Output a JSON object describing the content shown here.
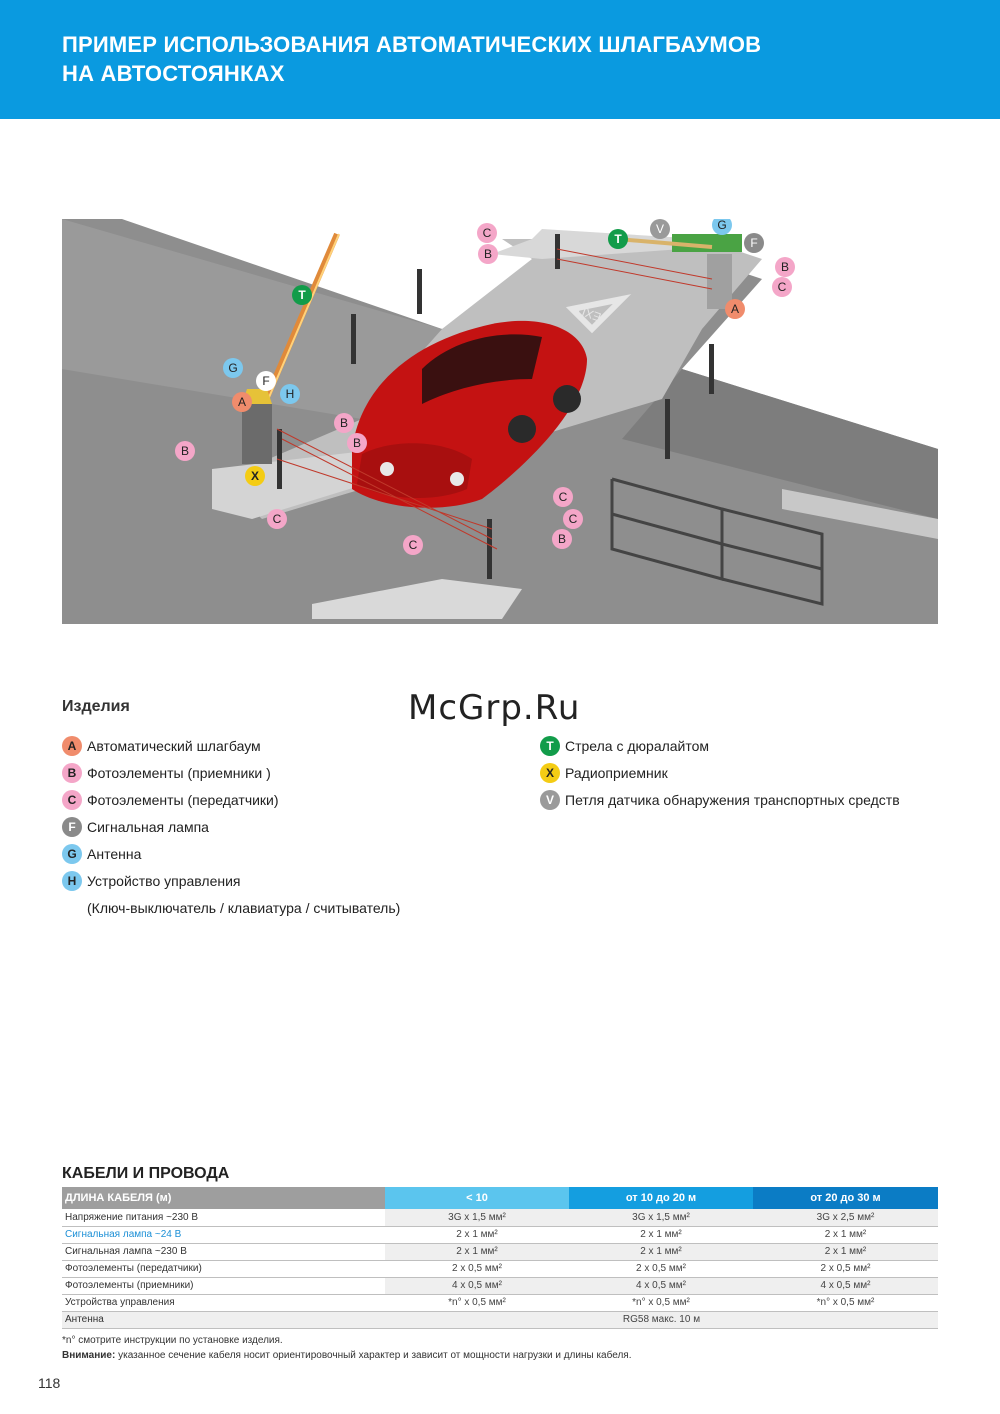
{
  "header": {
    "title_line1": "ПРИМЕР ИСПОЛЬЗОВАНИЯ АВТОМАТИЧЕСКИХ ШЛАГБАУМОВ",
    "title_line2": "НА АВТОСТОЯНКАХ"
  },
  "figure": {
    "road_text": "EXIT",
    "labels": {
      "A": "A",
      "B": "B",
      "C": "C",
      "F": "F",
      "G": "G",
      "H": "H",
      "T": "T",
      "V": "V",
      "X": "X"
    },
    "colors": {
      "A": "#f08c6c",
      "B": "#f4a6c8",
      "C": "#f4a6c8",
      "F": "#8a8a8a",
      "G": "#7cc8ee",
      "H": "#7cc8ee",
      "T": "#129c4a",
      "V": "#9a9a9a",
      "X": "#f4cc14"
    }
  },
  "products": {
    "heading": "Изделия",
    "left": [
      {
        "badge": "A",
        "label": "Автоматический шлагбаум",
        "color": "#f08c6c",
        "text_color": "#222"
      },
      {
        "badge": "B",
        "label": "Фотоэлементы (приемники )",
        "color": "#f4a6c8",
        "text_color": "#222"
      },
      {
        "badge": "C",
        "label": "Фотоэлементы (передатчики)",
        "color": "#f4a6c8",
        "text_color": "#222"
      },
      {
        "badge": "F",
        "label": "Сигнальная лампа",
        "color": "#8a8a8a",
        "text_color": "#fff"
      },
      {
        "badge": "G",
        "label": "Антенна",
        "color": "#7cc8ee",
        "text_color": "#222"
      },
      {
        "badge": "H",
        "label": "Устройство управления",
        "color": "#7cc8ee",
        "text_color": "#222"
      }
    ],
    "left_sub": "(Ключ-выключатель / клавиатура / считыватель)",
    "right": [
      {
        "badge": "T",
        "label": "Стрела с дюралайтом",
        "color": "#129c4a",
        "text_color": "#fff"
      },
      {
        "badge": "X",
        "label": "Радиоприемник",
        "color": "#f4cc14",
        "text_color": "#222"
      },
      {
        "badge": "V",
        "label": "Петля датчика обнаружения транспортных средств",
        "color": "#9a9a9a",
        "text_color": "#fff"
      }
    ]
  },
  "watermark": "McGrp.Ru",
  "cables": {
    "heading": "КАБЕЛИ И ПРОВОДА",
    "columns": [
      "ДЛИНА КАБЕЛЯ (м)",
      "< 10",
      "от 10 до 20 м",
      "от 20 до 30 м"
    ],
    "rows": [
      {
        "name": "Напряжение питания ~230 В",
        "v1": "3G x 1,5 мм²",
        "v2": "3G x 1,5 мм²",
        "v3": "3G x 2,5 мм²",
        "blue": false
      },
      {
        "name": "Сигнальная лампа ~24 В",
        "v1": "2 x 1 мм²",
        "v2": "2 x 1 мм²",
        "v3": "2 x 1 мм²",
        "blue": true
      },
      {
        "name": "Сигнальная лампа ~230 В",
        "v1": "2 x 1 мм²",
        "v2": "2 x 1 мм²",
        "v3": "2 x 1  мм²",
        "blue": false
      },
      {
        "name": "Фотоэлементы (передатчики)",
        "v1": "2 x 0,5 мм²",
        "v2": "2 x 0,5 мм²",
        "v3": "2 x 0,5 мм²",
        "blue": false
      },
      {
        "name": "Фотоэлементы (приемники)",
        "v1": "4 x 0,5 мм²",
        "v2": "4 x 0,5 мм²",
        "v3": "4 x 0,5 мм²",
        "blue": false
      },
      {
        "name": "Устройства управления",
        "v1": "*n° x 0,5 мм²",
        "v2": "*n° x 0,5 мм²",
        "v3": "*n° x 0,5 мм²",
        "blue": false
      }
    ],
    "antenna": {
      "name": "Антенна",
      "value": "RG58 макс. 10 м"
    },
    "note1": "*n°  смотрите инструкции по установке изделия.",
    "note2_bold": "Внимание:",
    "note2_rest": " указанное сечение кабеля носит ориентировочный характер и зависит от мощности нагрузки и длины кабеля."
  },
  "page_number": "118"
}
